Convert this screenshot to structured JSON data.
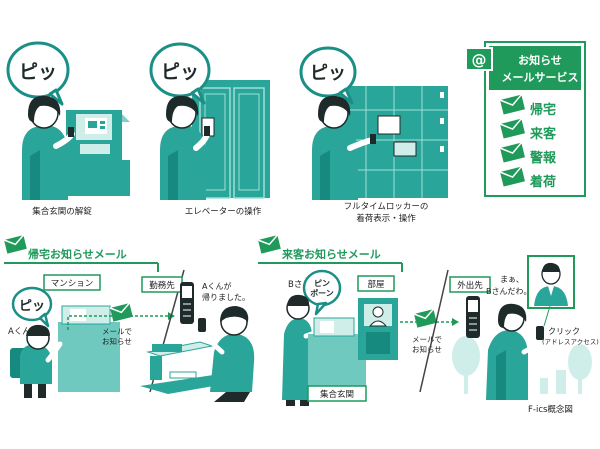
{
  "panels": {
    "p1": {
      "bubble": "ピッ",
      "caption": "集合玄関の解錠"
    },
    "p2": {
      "bubble": "ピッ",
      "caption": "エレベーターの操作"
    },
    "p3": {
      "bubble": "ピッ",
      "caption_line1": "フルタイムロッカーの",
      "caption_line2": "着荷表示・操作"
    }
  },
  "service_box": {
    "title_line1": "お知らせ",
    "title_line2": "メールサービス",
    "items": [
      "帰宅",
      "来客",
      "警報",
      "着荷"
    ]
  },
  "return_section": {
    "title": "帰宅お知らせメール",
    "label_mansion": "マンション",
    "label_work": "勤務先",
    "bubble": "ピッ",
    "a_kun": "Aくん",
    "mail_line1": "メールで",
    "mail_line2": "お知らせ",
    "message_line1": "Aくんが",
    "message_line2": "帰りました。"
  },
  "visitor_section": {
    "title": "来客お知らせメール",
    "b_san": "Bさん",
    "bubble_line1": "ピン",
    "bubble_line2": "ポーン",
    "label_room": "部屋",
    "label_entrance": "集合玄関",
    "mail_line1": "メールで",
    "mail_line2": "お知らせ",
    "label_outside": "外出先",
    "message_line1": "まぁ、",
    "message_line2": "Bさんだわ。",
    "click_line1": "クリック",
    "click_line2": "(アドレスアクセス)"
  },
  "footer": {
    "note": "F-ics概念図"
  },
  "colors": {
    "teal": "#2aa59a",
    "teal_dark": "#178a80",
    "green": "#1f9a5a",
    "green_dark": "#138048",
    "skin": "#ffffff",
    "hair": "#1f2a2a",
    "light": "#cfeee9"
  }
}
